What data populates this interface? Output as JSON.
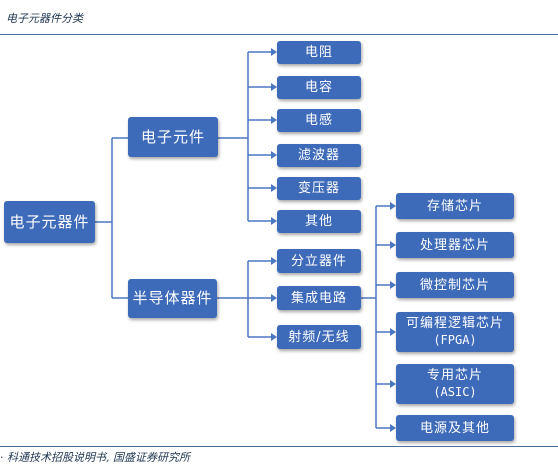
{
  "figure": {
    "title": "电子元器件分类",
    "source": "· 科通技术招股说明书, 国盛证券研究所"
  },
  "tree": {
    "root": "电子元器件",
    "components": {
      "label": "电子元件",
      "children": [
        "电阻",
        "电容",
        "电感",
        "滤波器",
        "变压器",
        "其他"
      ]
    },
    "semiconductors": {
      "label": "半导体器件",
      "children": [
        "分立器件",
        "集成电路",
        "射频/无线"
      ]
    },
    "ic_types": [
      {
        "label": "存储芯片"
      },
      {
        "label": "处理器芯片"
      },
      {
        "label": "微控制芯片"
      },
      {
        "label": "可编程逻辑芯片",
        "sub": "(FPGA)"
      },
      {
        "label": "专用芯片",
        "sub": "(ASIC)"
      },
      {
        "label": "电源及其他"
      }
    ]
  },
  "colors": {
    "box": "#3d6ab9",
    "line": "#4a76c0",
    "rule": "#4a6f96"
  }
}
